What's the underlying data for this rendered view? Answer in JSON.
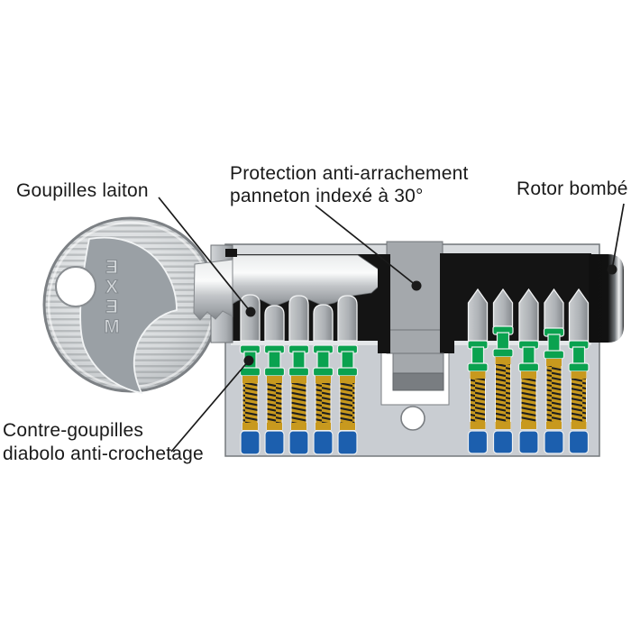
{
  "labels": {
    "goupilles_laiton": "Goupilles laiton",
    "protection": {
      "line1": "Protection anti-arrachement",
      "line2": "panneton indexé à 30°"
    },
    "rotor_bombe": "Rotor bombé",
    "contre_goupilles": {
      "line1": "Contre-goupilles",
      "line2": "diabolo anti-crochetage"
    }
  },
  "key": {
    "brand": "EXEM"
  },
  "diagram": {
    "left_pin_count": 5,
    "right_pin_count": 5
  },
  "colors": {
    "label-text": "#1a1a1a",
    "rotor-black": "#141414",
    "pin-green": "#0aa24f",
    "spring-gold": "#c8991e",
    "pin-blue": "#1c5fae",
    "housing-gray": "#c9cdd2",
    "block-gray": "#a4a8ac",
    "pin-silver": "#aeb2b6"
  }
}
